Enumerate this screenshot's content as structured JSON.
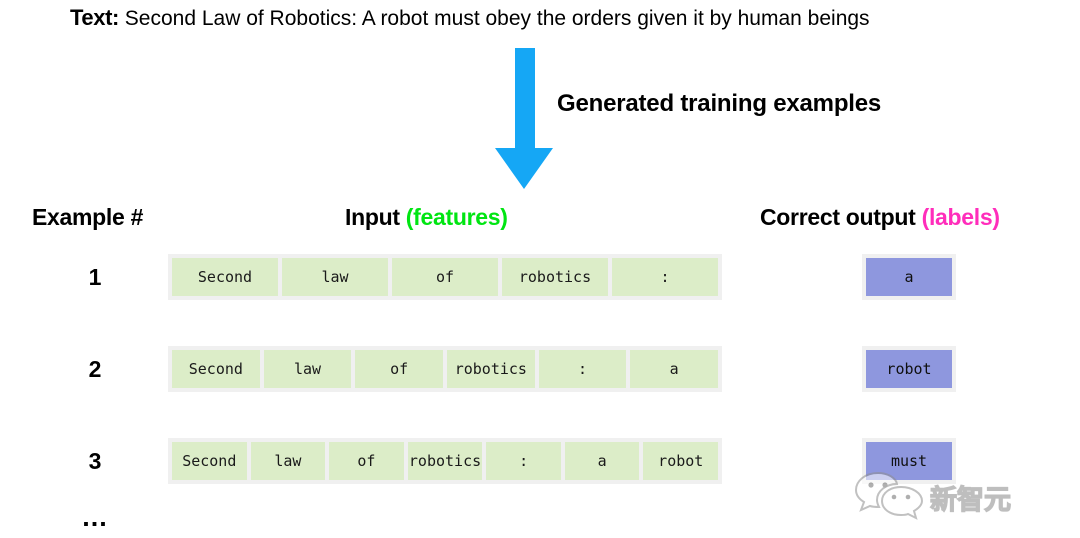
{
  "source_text": {
    "label": "Text:",
    "body": "Second Law of Robotics: A robot must obey the orders given it by human beings"
  },
  "arrow": {
    "icon": "down-arrow-icon",
    "color": "#15a7f5",
    "caption": "Generated training examples"
  },
  "headers": {
    "example": "Example #",
    "input_main": "Input ",
    "input_accent": "(features)",
    "output_main": "Correct output ",
    "output_accent": "(labels)",
    "accent_green": "#00e512",
    "accent_pink": "#ff2dbb"
  },
  "colors": {
    "feature_cell": "#dcedc8",
    "label_cell": "#8e97de",
    "strip_background": "#f0f0f0"
  },
  "rows": [
    {
      "index": "1",
      "features": [
        "Second",
        "law",
        "of",
        "robotics",
        ":"
      ],
      "label": "a"
    },
    {
      "index": "2",
      "features": [
        "Second",
        "law",
        "of",
        "robotics",
        ":",
        "a"
      ],
      "label": "robot"
    },
    {
      "index": "3",
      "features": [
        "Second",
        "law",
        "of",
        "robotics",
        ":",
        "a",
        "robot"
      ],
      "label": "must"
    }
  ],
  "ellipsis": "...",
  "watermark": {
    "icon": "wechat-icon",
    "text": "新智元"
  }
}
